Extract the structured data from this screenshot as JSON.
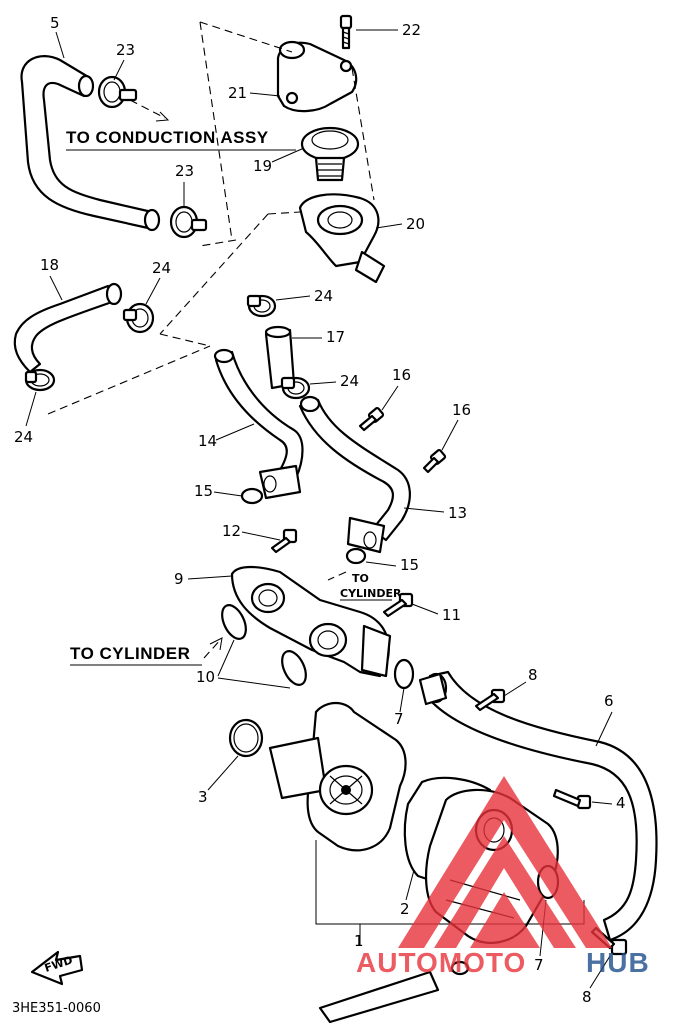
{
  "diagram": {
    "code": "3HE351-0060",
    "fwd_label": "FWD",
    "annotations": {
      "to_conduction_assy": "TO CONDUCTION ASSY",
      "to_cylinder_left": "TO CYLINDER",
      "to_cylinder_small_1": "TO",
      "to_cylinder_small_2": "CYLINDER"
    },
    "part_numbers": {
      "p1": "1",
      "p2": "2",
      "p3": "3",
      "p4": "4",
      "p5": "5",
      "p6": "6",
      "p7a": "7",
      "p7b": "7",
      "p8a": "8",
      "p8b": "8",
      "p9": "9",
      "p10": "10",
      "p11": "11",
      "p12": "12",
      "p13": "13",
      "p14": "14",
      "p15a": "15",
      "p15b": "15",
      "p16a": "16",
      "p16b": "16",
      "p17": "17",
      "p18": "18",
      "p19": "19",
      "p20": "20",
      "p21": "21",
      "p22": "22",
      "p23a": "23",
      "p23b": "23",
      "p24a": "24",
      "p24b": "24",
      "p24c": "24",
      "p24d": "24"
    },
    "watermark": {
      "part1": "AUTOMOTO",
      "part2": "HUB",
      "color_primary": "#e8333a",
      "color_secondary": "#1f4e8c"
    }
  }
}
